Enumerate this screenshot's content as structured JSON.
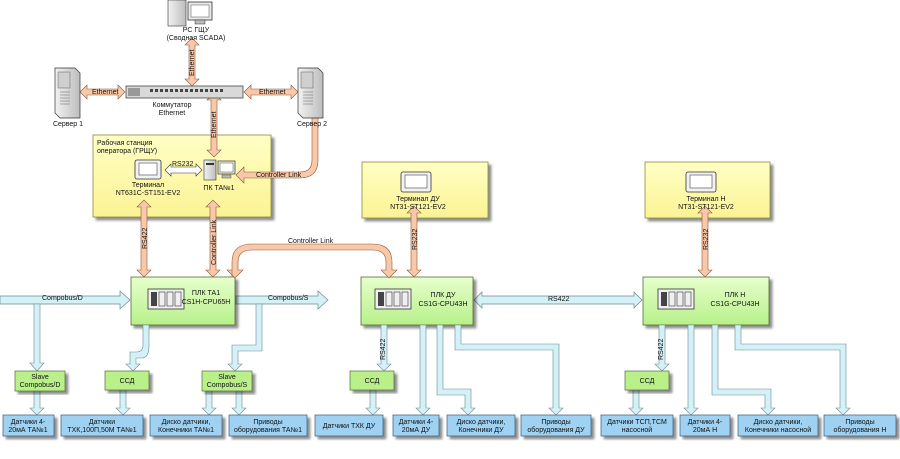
{
  "top": {
    "pc_label_1": "РС ГЩУ",
    "pc_label_2": "(Сводная SCADA)",
    "switch_label_1": "Коммутатор",
    "switch_label_2": "Ethernet",
    "server1_label": "Сервер 1",
    "server2_label": "Сервер 2",
    "ethernet": "Ethernet"
  },
  "operator_station": {
    "title_1": "Рабочая станция",
    "title_2": "оператора (ГРЩУ)",
    "rs232": "RS232",
    "terminal_1": "Терминал",
    "terminal_2": "NT631C-ST151-EV2",
    "pc": "ПК ТА№1",
    "controller_link": "Controller Link"
  },
  "terminal_du": {
    "line1": "Терминал ДУ",
    "line2": "NT31-ST121-EV2"
  },
  "terminal_n": {
    "line1": "Терминал Н",
    "line2": "NT31-ST121-EV2"
  },
  "links": {
    "rs422": "RS422",
    "rs232": "RS232",
    "controller_link": "Controller Link",
    "compobus_d": "Compobus/D",
    "compobus_s": "Compobus/S"
  },
  "plc": {
    "ta1": {
      "line1": "ПЛК ТА1",
      "line2": "CS1H-CPU65H"
    },
    "du": {
      "line1": "ПЛК ДУ",
      "line2": "CS1G-CPU43H"
    },
    "n": {
      "line1": "ПЛК Н",
      "line2": "CS1G-CPU43H"
    }
  },
  "modules": {
    "slave_d_1": "Slave",
    "slave_d_2": "Compobus/D",
    "ssd": "ССД",
    "slave_s_1": "Slave",
    "slave_s_2": "Compobus/S"
  },
  "bottom": {
    "b1_1": "Датчики 4-",
    "b1_2": "20мА ТА№1",
    "b2_1": "Датчики",
    "b2_2": "ТХК,100П,50М ТА№1",
    "b3_1": "Диско датчики,",
    "b3_2": "Конечники ТА№1",
    "b4_1": "Приводы",
    "b4_2": "оборудования ТА№1",
    "b5_1": "Датчики ТХК ДУ",
    "b6_1": "Датчики 4-",
    "b6_2": "20мА ДУ",
    "b7_1": "Диско датчики,",
    "b7_2": "Конечники ДУ",
    "b8_1": "Приводы",
    "b8_2": "оборудования ДУ",
    "b9_1": "Датчики ТСП,ТСМ",
    "b9_2": "насосной",
    "b10_1": "Датчики 4-",
    "b10_2": "20мА Н",
    "b11_1": "Диско датчики,",
    "b11_2": "Конечники насосной",
    "b12_1": "Приводы",
    "b12_2": "оборудования Н"
  },
  "colors": {
    "yellow": "#ffffa8",
    "green": "#ccff99",
    "cyan_box": "#9fd2f2",
    "cyan_arrow": "#d4f1f7",
    "orange_arrow": "#f9c8a8",
    "gray": "#9a9a9a"
  }
}
